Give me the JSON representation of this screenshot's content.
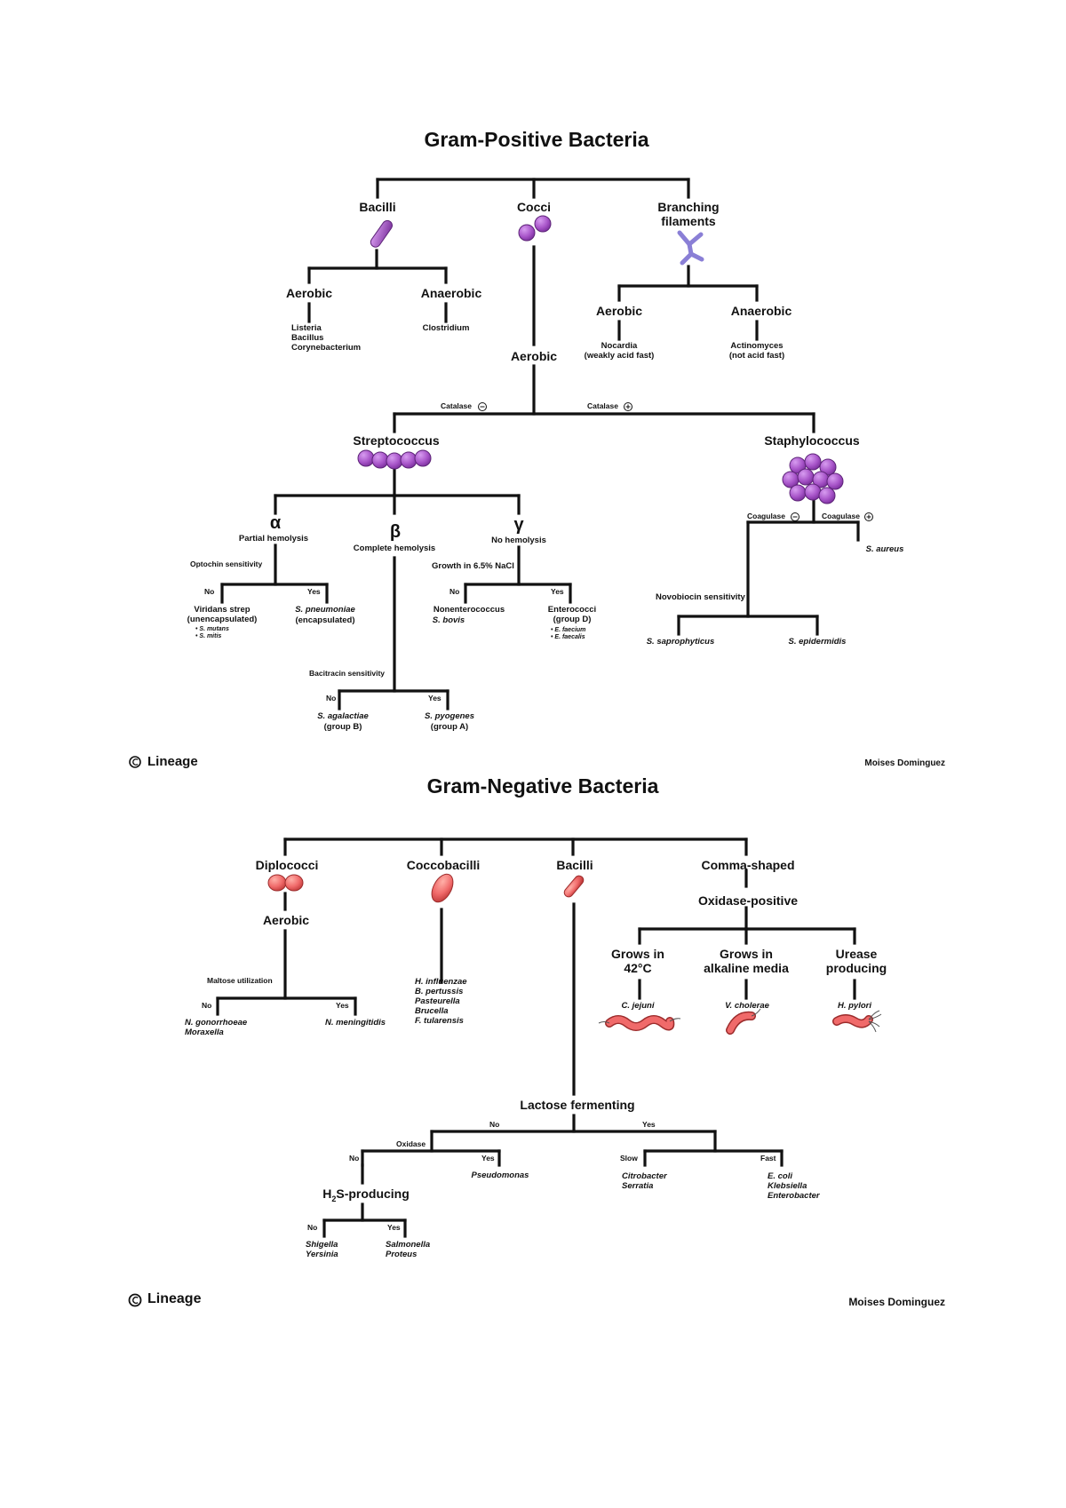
{
  "gram_positive": {
    "title": "Gram-Positive Bacteria",
    "bacilli": {
      "label": "Bacilli",
      "aerobic": "Aerobic",
      "aerobic_examples": "Listeria\nBacillus\nCorynebacterium",
      "anaerobic": "Anaerobic",
      "anaerobic_examples": "Clostridium"
    },
    "cocci": {
      "label": "Cocci",
      "aerobic": "Aerobic",
      "catalase_neg": "Catalase",
      "catalase_pos": "Catalase",
      "streptococcus": {
        "label": "Streptococcus",
        "alpha": {
          "symbol": "α",
          "caption": "Partial hemolysis",
          "test": "Optochin sensitivity",
          "no": "No",
          "yes": "Yes",
          "no_result": "Viridans strep\n(unencapsulated)",
          "no_sub": "• S. mutans\n• S. mitis",
          "yes_result": "S. pneumoniae",
          "yes_result_2": "(encapsulated)"
        },
        "beta": {
          "symbol": "β",
          "caption": "Complete hemolysis",
          "test": "Bacitracin sensitivity",
          "no": "No",
          "yes": "Yes",
          "no_result": "S. agalactiae",
          "no_result_2": "(group B)",
          "yes_result": "S. pyogenes",
          "yes_result_2": "(group A)"
        },
        "gamma": {
          "symbol": "γ",
          "caption": "No hemolysis",
          "test": "Growth in 6.5% NaCl",
          "no": "No",
          "yes": "Yes",
          "no_result": "Nonenterococcus",
          "no_result_2": "S. bovis",
          "yes_result": "Enterococci\n(group D)",
          "yes_sub": "• E. faecium\n• E. faecalis"
        }
      },
      "staphylococcus": {
        "label": "Staphylococcus",
        "coagulase_neg": "Coagulase",
        "coagulase_pos": "Coagulase",
        "pos_result": "S. aureus",
        "test": "Novobiocin sensitivity",
        "left_result": "S. saprophyticus",
        "right_result": "S. epidermidis"
      }
    },
    "branching": {
      "label": "Branching\nfilaments",
      "aerobic": "Aerobic",
      "aerobic_examples": "Nocardia\n(weakly acid fast)",
      "anaerobic": "Anaerobic",
      "anaerobic_examples": "Actinomyces\n(not acid fast)"
    },
    "footer_left": "Lineage",
    "footer_right": "Moises Dominguez"
  },
  "gram_negative": {
    "title": "Gram-Negative Bacteria",
    "diplococci": {
      "label": "Diplococci",
      "aerobic": "Aerobic",
      "test": "Maltose utilization",
      "no": "No",
      "yes": "Yes",
      "no_result": "N. gonorrhoeae\nMoraxella",
      "yes_result": "N. meningitidis"
    },
    "coccobacilli": {
      "label": "Coccobacilli",
      "examples": "H. influenzae\nB. pertussis\nPasteurella\nBrucella\nF. tularensis"
    },
    "bacilli": {
      "label": "Bacilli",
      "lactose": "Lactose fermenting",
      "no": "No",
      "yes": "Yes",
      "oxidase": "Oxidase",
      "ox_no": "No",
      "ox_yes": "Yes",
      "ox_yes_result": "Pseudomonas",
      "h2s_prefix": "H",
      "h2s_sub": "2",
      "h2s_suffix": "S-producing",
      "h2s_no": "No",
      "h2s_yes": "Yes",
      "h2s_no_result": "Shigella\nYersinia",
      "h2s_yes_result": "Salmonella\nProteus",
      "slow": "Slow",
      "fast": "Fast",
      "slow_result": "Citrobacter\nSerratia",
      "fast_result": "E. coli\nKlebsiella\nEnterobacter"
    },
    "comma": {
      "label": "Comma-shaped",
      "oxidase": "Oxidase-positive",
      "grows_42": "Grows in\n42°C",
      "grows_42_result": "C. jejuni",
      "alkaline": "Grows in\nalkaline media",
      "alkaline_result": "V. cholerae",
      "urease": "Urease\nproducing",
      "urease_result": "H. pylori"
    },
    "footer_left": "Lineage",
    "footer_right": "Moises Dominguez"
  },
  "colors": {
    "gram_positive_cell": "#a855c9",
    "gram_positive_cell_dark": "#7a2f9c",
    "filament": "#8a7fd6",
    "gram_negative_cell": "#f06a6a",
    "gram_negative_cell_dark": "#c23c3c",
    "line": "#111111"
  }
}
